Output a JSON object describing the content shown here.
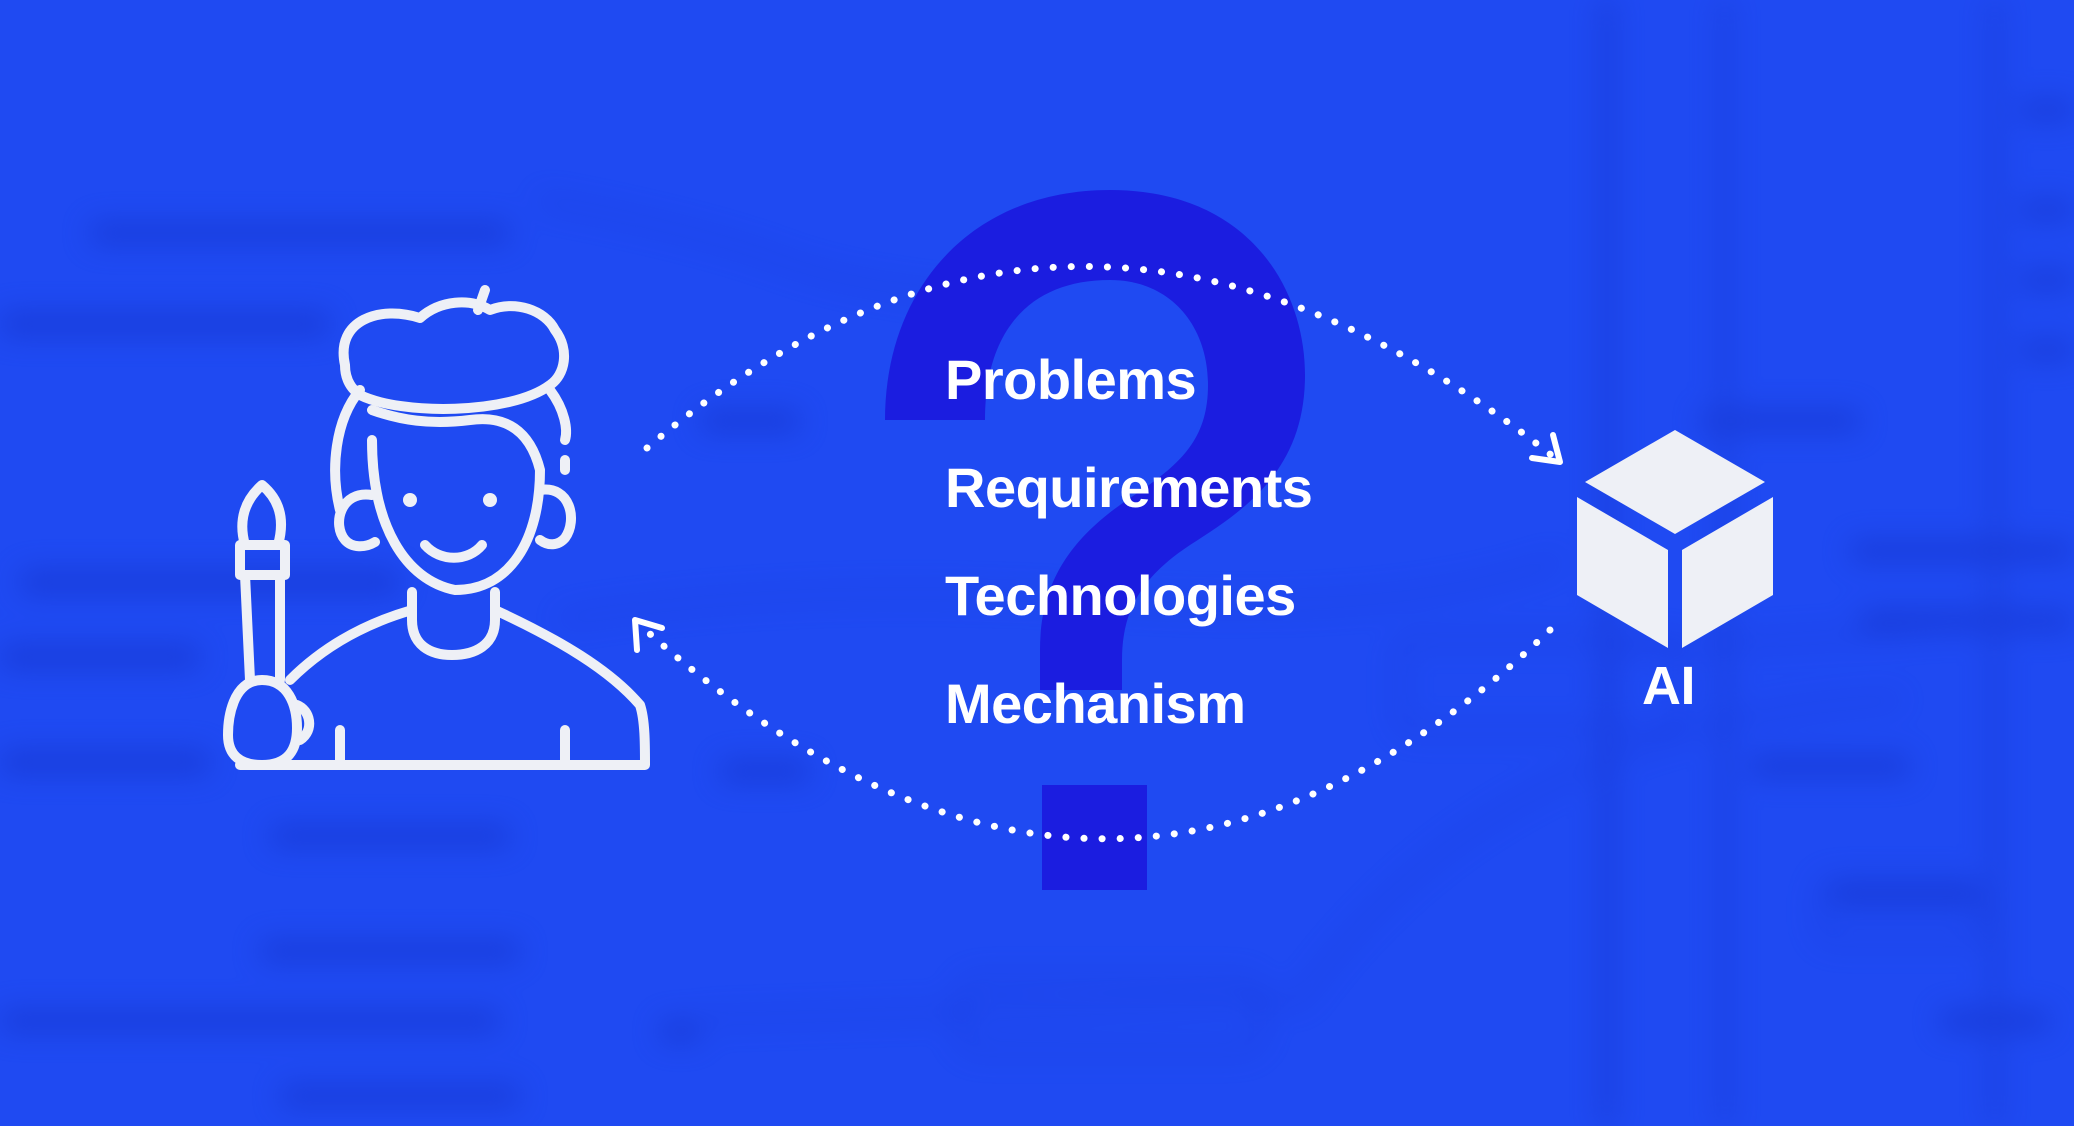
{
  "topics": [
    "Problems",
    "Requirements",
    "Technologies",
    "Mechanism"
  ],
  "ai_label": "AI",
  "icons": {
    "person": "artist-with-paintbrush-icon",
    "ai": "cube-icon",
    "question": "question-mark-icon"
  },
  "colors": {
    "background": "#1f4af2",
    "question_mark": "#1b1de0",
    "foreground": "#ffffff",
    "icon_fill": "#eef0f6"
  }
}
